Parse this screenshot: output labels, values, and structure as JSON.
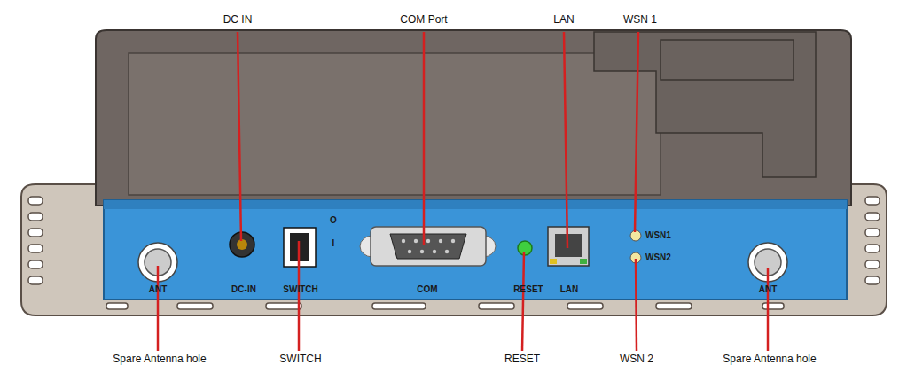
{
  "diagram": {
    "labels": [
      "DC IN",
      "COM Port",
      "LAN",
      "WSN 1",
      "ANT",
      "DC-IN",
      "SWITCH",
      "O",
      "I",
      "COM",
      "RESET",
      "LAN",
      "WSN1",
      "WSN2",
      "ANT",
      "Spare  Antenna hole",
      "SWITCH",
      "RESET",
      "WSN 2",
      "Spare  Antenna hole"
    ]
  }
}
